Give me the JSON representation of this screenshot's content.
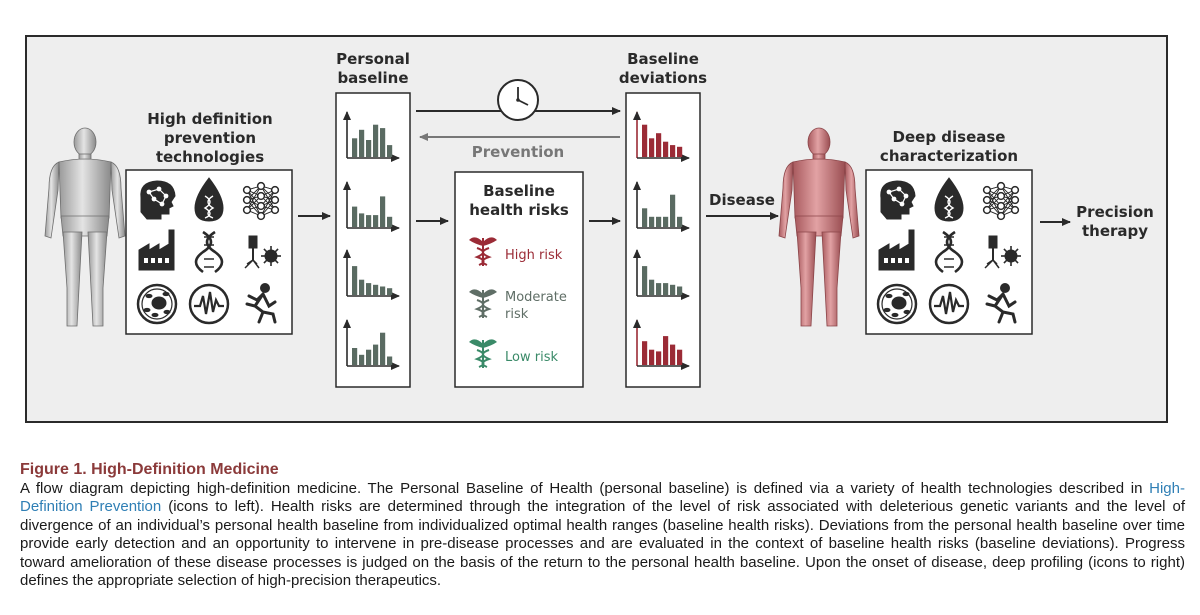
{
  "diagram": {
    "labels": {
      "hd_tech": "High definition\nprevention\ntechnologies",
      "personal_baseline": "Personal\nbaseline",
      "baseline_deviations": "Baseline\ndeviations",
      "prevention": "Prevention",
      "baseline_health_risks": "Baseline\nhealth risks",
      "disease": "Disease",
      "deep_disease": "Deep disease\ncharacterization",
      "precision_therapy": "Precision\ntherapy"
    },
    "risks": [
      {
        "label": "High risk",
        "color": "#9b2b36"
      },
      {
        "label": "Moderate\nrisk",
        "color": "#5f6e66"
      },
      {
        "label": "Low risk",
        "color": "#3a8a68"
      }
    ],
    "icons": [
      "brain-icon",
      "dna-drop-icon",
      "network-icon",
      "factory-icon",
      "dna-helix-icon",
      "microbe-icon",
      "cell-icon",
      "waveform-icon",
      "runner-icon"
    ],
    "colors": {
      "baseline_bars": "#5a6b62",
      "deviation_bars": "#9b2b36",
      "healthy_body": "#c8c8c8",
      "disease_body": "#c97a7e"
    }
  },
  "caption": {
    "title": "Figure 1.  High-Definition Medicine",
    "text_before_link": "A flow diagram depicting high-definition medicine. The Personal Baseline of Health (personal baseline) is defined via a variety of health technologies described in ",
    "link": "High-Definition Prevention",
    "text_after_link": " (icons to left). Health risks are determined through the integration of the level of risk associated with deleterious genetic variants and the level of divergence of an individual’s personal health baseline from individualized optimal health ranges (baseline health risks). Deviations from the personal health baseline over time provide early detection and an opportunity to intervene in pre-disease processes and are evaluated in the context of baseline health risks (baseline deviations). Progress toward amelioration of these disease processes is judged on the basis of the return to the personal health baseline. Upon the onset of disease, deep profiling (icons to right) defines the appropriate selection of high-precision therapeutics."
  }
}
